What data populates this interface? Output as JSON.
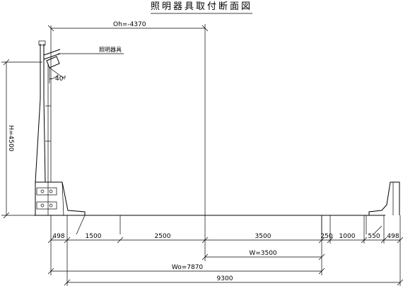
{
  "title": "照明器具取付断面図",
  "labels": {
    "fixture": "照明器具",
    "angle": "40°",
    "overhang": "Oh=-4370",
    "height": "H=4500",
    "lane_width": "W=3500",
    "effective_width": "Wo=7870",
    "total_width": "9300"
  },
  "dimensions": [
    "498",
    "1500",
    "2500",
    "3500",
    "250",
    "1000",
    "550",
    "498"
  ]
}
